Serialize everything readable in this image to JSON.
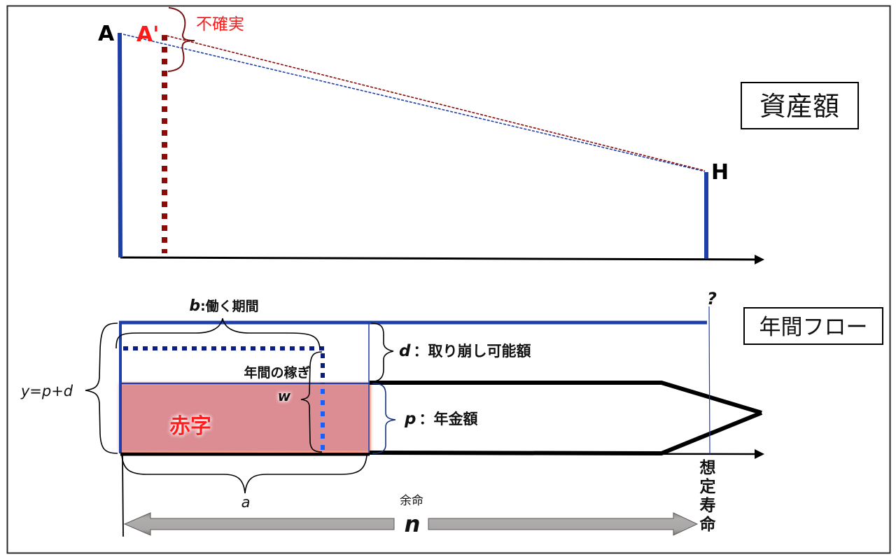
{
  "diagram": {
    "title_top_box": "資産額",
    "title_bottom_box": "年間フロー",
    "asset_panel": {
      "label_A": "A",
      "label_A_prime": "A'",
      "label_H": "H",
      "uncertain_label": "不確実"
    },
    "flow_panel": {
      "b_label_var": "b",
      "b_label_text": ":働く期間",
      "d_label_var": "d",
      "d_label_text": "：取り崩し可能額",
      "p_label_var": "p",
      "p_label_text": "：年金額",
      "earnings_label": "年間の稼ぎ",
      "w_label": "w",
      "y_label": "y=p+d",
      "deficit_label": "赤字",
      "a_label": "a",
      "question_label": "?",
      "life_expectancy_label": [
        "想",
        "定",
        "寿",
        "命"
      ],
      "remaining_life_label": "余命",
      "n_label": "n"
    },
    "colors": {
      "blue_line": "#1f3fa8",
      "dark_red": "#8b0a0a",
      "red_text": "#ff1a1a",
      "deficit_fill": "#dc8c93",
      "deficit_glow": "#f5a08a",
      "navy_dotted": "#0b1e80",
      "bright_blue_dotted": "#1660ff",
      "gray_arrow": "#a8a5a5"
    }
  }
}
